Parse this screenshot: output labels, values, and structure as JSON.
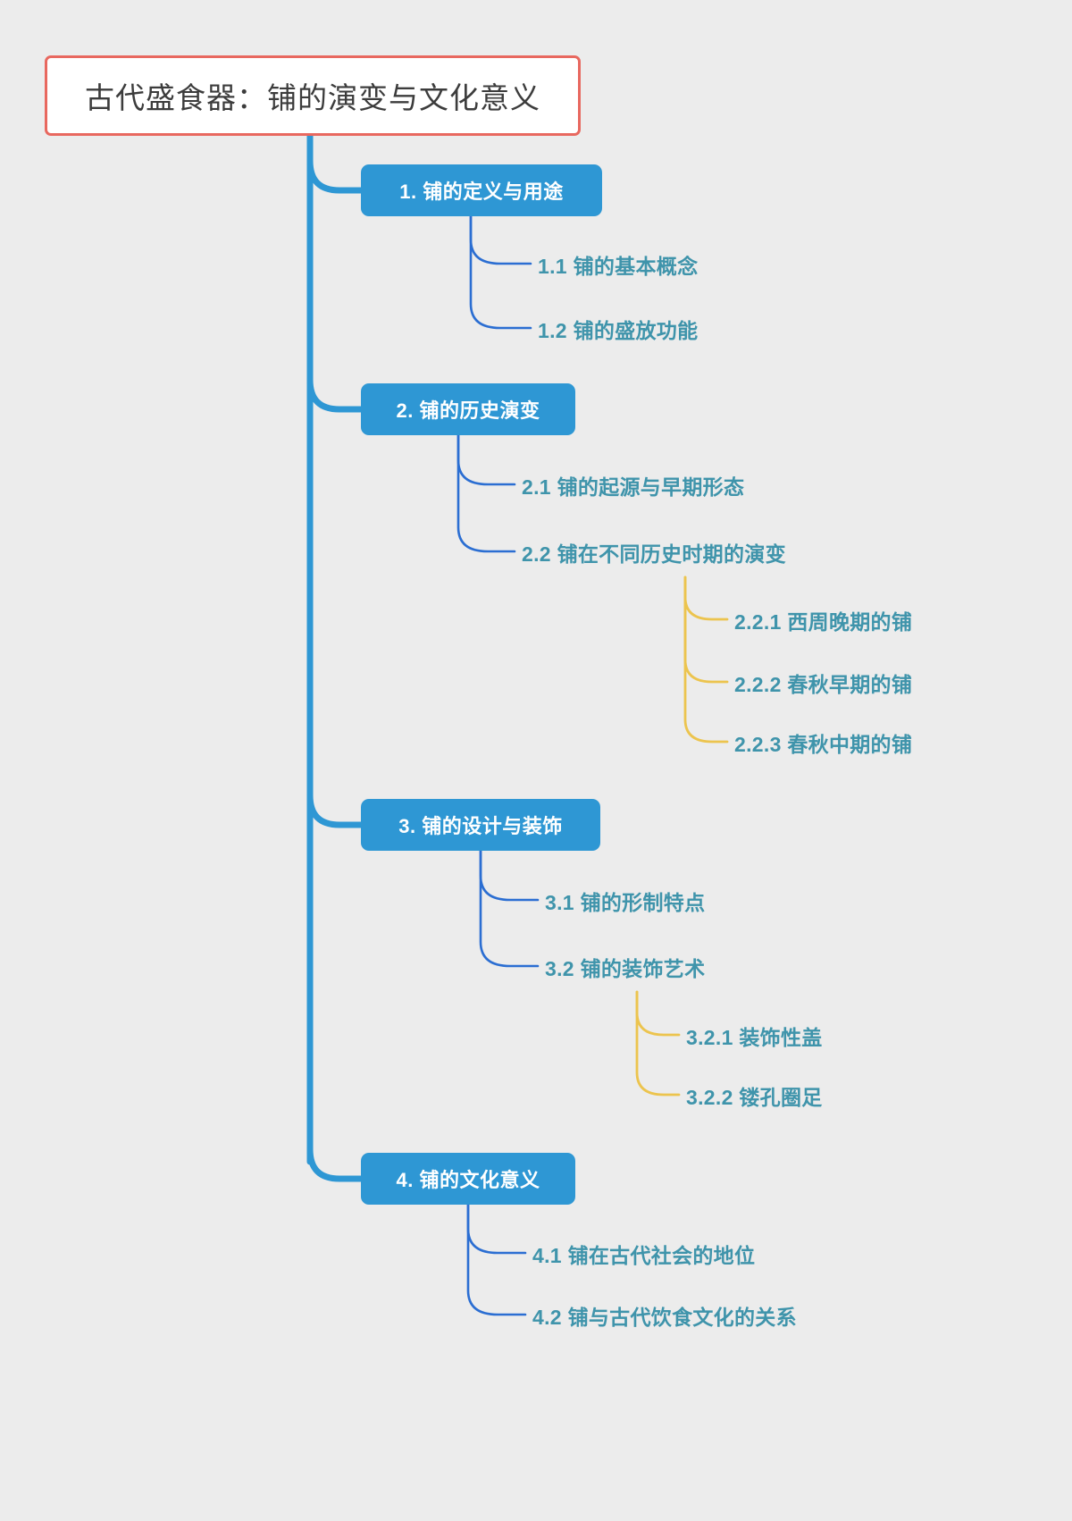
{
  "page": {
    "background_color": "#ececec",
    "type": "mindmap"
  },
  "theme": {
    "root_border_color": "#e8685f",
    "root_fill_color": "#ffffff",
    "root_text_color": "#3c3c3c",
    "level1_fill_color": "#2e97d4",
    "level1_text_color": "#ffffff",
    "level1_connector_color": "#2e97d4",
    "level2_text_color": "#3f94ab",
    "level2_connector_color": "#2b6ed2",
    "level3_text_color": "#3f94ab",
    "level3_connector_color": "#ecc44e"
  },
  "root": {
    "label": "古代盛食器：铺的演变与文化意义"
  },
  "branches": [
    {
      "label": "1. 铺的定义与用途",
      "children": [
        {
          "label": "1.1 铺的基本概念",
          "children": []
        },
        {
          "label": "1.2 铺的盛放功能",
          "children": []
        }
      ]
    },
    {
      "label": "2. 铺的历史演变",
      "children": [
        {
          "label": "2.1 铺的起源与早期形态",
          "children": []
        },
        {
          "label": "2.2 铺在不同历史时期的演变",
          "children": [
            {
              "label": "2.2.1 西周晚期的铺"
            },
            {
              "label": "2.2.2 春秋早期的铺"
            },
            {
              "label": "2.2.3 春秋中期的铺"
            }
          ]
        }
      ]
    },
    {
      "label": "3. 铺的设计与装饰",
      "children": [
        {
          "label": "3.1 铺的形制特点",
          "children": []
        },
        {
          "label": "3.2 铺的装饰艺术",
          "children": [
            {
              "label": "3.2.1 装饰性盖"
            },
            {
              "label": "3.2.2 镂孔圈足"
            }
          ]
        }
      ]
    },
    {
      "label": "4. 铺的文化意义",
      "children": [
        {
          "label": "4.1 铺在古代社会的地位",
          "children": []
        },
        {
          "label": "4.2 铺与古代饮食文化的关系",
          "children": []
        }
      ]
    }
  ]
}
